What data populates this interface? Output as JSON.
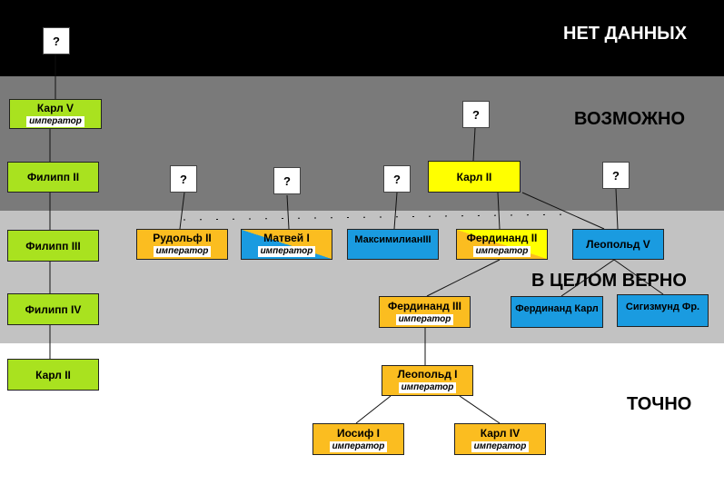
{
  "zones": {
    "no_data": "НЕТ ДАННЫХ",
    "possible": "ВОЗМОЖНО",
    "mostly_true": "В ЦЕЛОМ ВЕРНО",
    "exact": "ТОЧНО"
  },
  "unknown_mark": "?",
  "nodes": {
    "karl_v": {
      "name": "Карл V",
      "sub": "император"
    },
    "filipp_ii": {
      "name": "Филипп II"
    },
    "filipp_iii": {
      "name": "Филипп III"
    },
    "filipp_iv": {
      "name": "Филипп IV"
    },
    "karl_ii_spain": {
      "name": "Карл II"
    },
    "rudolf_ii": {
      "name": "Рудольф II",
      "sub": "император"
    },
    "matvei_i": {
      "name": "Матвей I",
      "sub": "император"
    },
    "maximilian_iii": {
      "name": "МаксимилианIII"
    },
    "karl_ii_austria": {
      "name": "Карл II"
    },
    "ferdinand_ii": {
      "name": "Фердинанд II",
      "sub": "император"
    },
    "leopold_v": {
      "name": "Леопольд V"
    },
    "ferdinand_iii": {
      "name": "Фердинанд III",
      "sub": "император"
    },
    "ferdinand_karl": {
      "name": "Фердинанд Карл"
    },
    "sigismund": {
      "name": "Сигизмунд Фр."
    },
    "leopold_i": {
      "name": "Леопольд I",
      "sub": "император"
    },
    "iosif_i": {
      "name": "Иосиф I",
      "sub": "император"
    },
    "karl_iv": {
      "name": "Карл IV",
      "sub": "император"
    }
  },
  "colors": {
    "no_data": "#000000",
    "possible": "#7a7a7a",
    "mostly_true": "#c2c2c2",
    "exact": "#ffffff",
    "spanish_line": "#a9e21f",
    "emperor": "#fbbd20",
    "archduke": "#1a9be0",
    "karl_ii_austria": "#ffff00"
  }
}
